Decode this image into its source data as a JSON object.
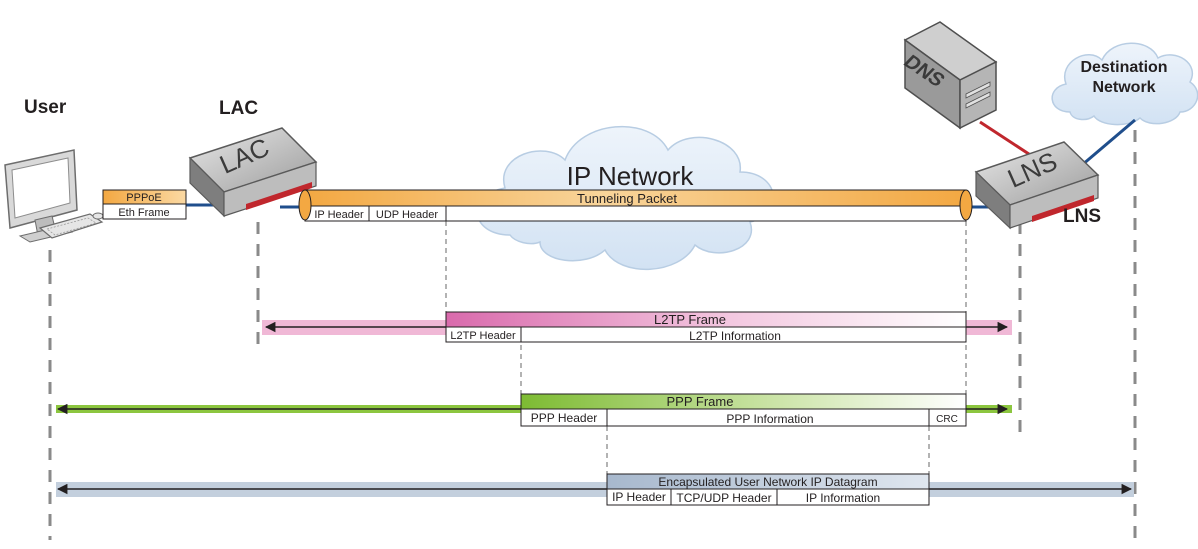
{
  "labels": {
    "user": "User",
    "lac": "LAC",
    "lns": "LNS",
    "ip_network": "IP Network",
    "destination_network": [
      "Destination",
      "Network"
    ],
    "dns_device": "DNS",
    "lac_device": "LAC",
    "lns_device": "LNS"
  },
  "user_frames": {
    "pppoe": "PPPoE",
    "eth_frame": "Eth Frame"
  },
  "tunneling_packet": {
    "title": "Tunneling Packet",
    "ip_header": "IP Header",
    "udp_header": "UDP Header"
  },
  "l2tp_frame": {
    "title": "L2TP Frame",
    "header": "L2TP Header",
    "information": "L2TP Information"
  },
  "ppp_frame": {
    "title": "PPP Frame",
    "header": "PPP Header",
    "information": "PPP Information",
    "crc": "CRC"
  },
  "ip_datagram": {
    "title": "Encapsulated User Network IP Datagram",
    "ip_header": "IP Header",
    "tcp_udp_header": "TCP/UDP Header",
    "information": "IP Information"
  },
  "colors": {
    "tunnel_orange": "#f3a842",
    "l2tp_pink": "#e58fc0",
    "ppp_green": "#8cc63f",
    "datagram_blue": "#b9c7d8",
    "link_blue": "#1f4e8c",
    "dns_link_red": "#c0272d",
    "cloud": "#dde9f6"
  }
}
